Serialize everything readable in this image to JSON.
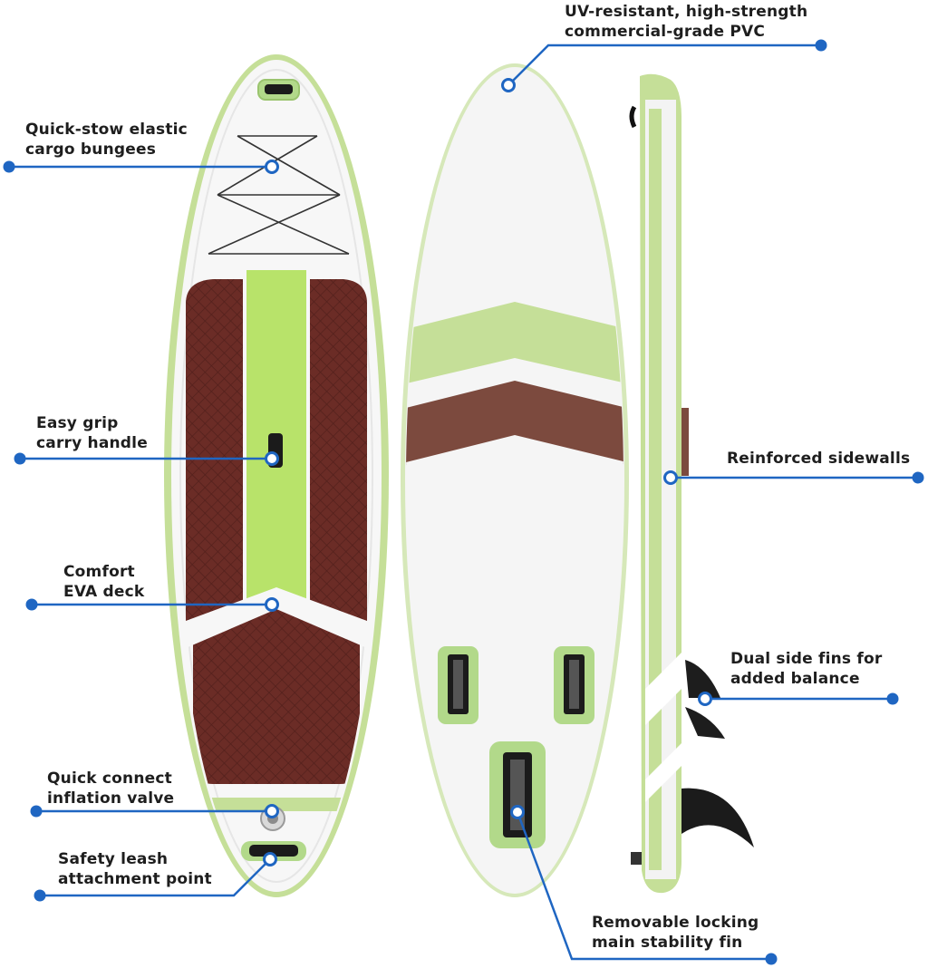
{
  "colors": {
    "lime": "#b2d98a",
    "lime_bright": "#b8e36a",
    "brown": "#6a2a25",
    "brown_light": "#7c4a3e",
    "board_white": "#f6f6f6",
    "callout_blue": "#1f66c2",
    "text": "#1e1e1e"
  },
  "callouts": [
    {
      "id": "uv",
      "lines": [
        "UV-resistant, high-strength",
        "commercial-grade PVC"
      ]
    },
    {
      "id": "bungee",
      "lines": [
        "Quick-stow elastic",
        "cargo bungees"
      ]
    },
    {
      "id": "handle",
      "lines": [
        "Easy grip",
        "carry handle"
      ]
    },
    {
      "id": "deck",
      "lines": [
        "Comfort",
        "EVA deck"
      ]
    },
    {
      "id": "sidewalls",
      "lines": [
        "Reinforced sidewalls"
      ]
    },
    {
      "id": "sidefins",
      "lines": [
        "Dual side fins for",
        "added balance"
      ]
    },
    {
      "id": "valve",
      "lines": [
        "Quick connect",
        "inflation valve"
      ]
    },
    {
      "id": "leash",
      "lines": [
        "Safety leash",
        "attachment point"
      ]
    },
    {
      "id": "mainfin",
      "lines": [
        "Removable locking",
        "main stability fin"
      ]
    }
  ],
  "icons": {
    "callout_dot": "blue-filled-dot",
    "callout_anchor": "hollow-ring-marker"
  }
}
